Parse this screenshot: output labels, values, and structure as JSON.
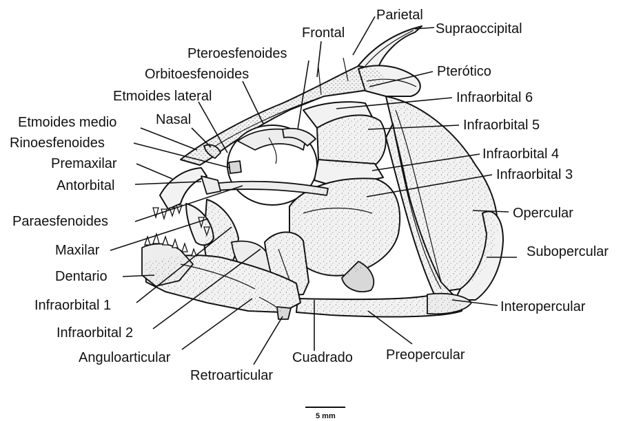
{
  "labels": {
    "parietal": "Parietal",
    "supraoccipital": "Supraoccipital",
    "frontal": "Frontal",
    "pteroesfenoides": "Pteroesfenoides",
    "orbitoesfenoides": "Orbitoesfenoides",
    "pterotico": "Pterótico",
    "etmoides_lateral": "Etmoides lateral",
    "infraorbital_6": "Infraorbital 6",
    "etmoides_medio": "Etmoides medio",
    "nasal": "Nasal",
    "infraorbital_5": "Infraorbital 5",
    "rinoesfenoides": "Rinoesfenoides",
    "infraorbital_4": "Infraorbital 4",
    "premaxilar": "Premaxilar",
    "infraorbital_3": "Infraorbital 3",
    "antorbital": "Antorbital",
    "opercular": "Opercular",
    "paraesfenoides": "Paraesfenoides",
    "maxilar": "Maxilar",
    "subopercular": "Subopercular",
    "dentario": "Dentario",
    "infraorbital_1": "Infraorbital 1",
    "interopercular": "Interopercular",
    "infraorbital_2": "Infraorbital 2",
    "anguloarticular": "Anguloarticular",
    "cuadrado": "Cuadrado",
    "preopercular": "Preopercular",
    "retroarticular": "Retroarticular"
  },
  "scale_bar": {
    "label": "5 mm"
  }
}
